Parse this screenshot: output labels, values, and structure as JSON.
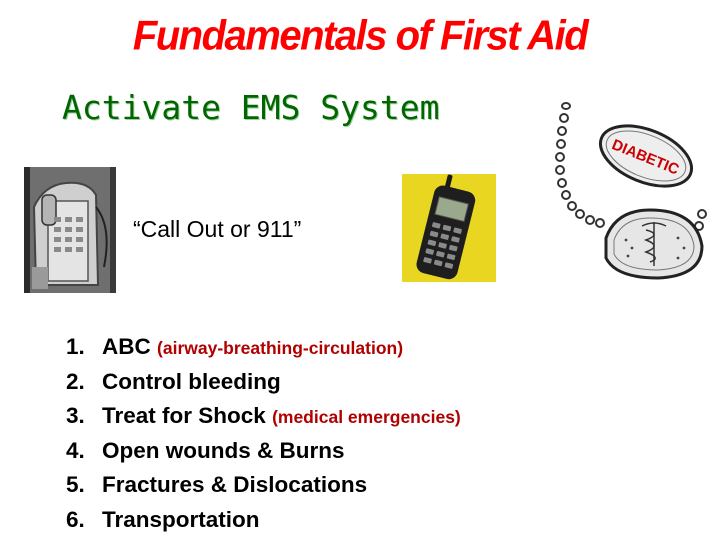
{
  "slide": {
    "title": "Fundamentals of First Aid",
    "subtitle": "Activate EMS System",
    "quote": "“Call Out or 911”",
    "bracelet_text": "DIABETIC"
  },
  "steps": [
    {
      "num": "1.",
      "text": "ABC",
      "note": "(airway-breathing-circulation)"
    },
    {
      "num": "2.",
      "text": "Control bleeding",
      "note": ""
    },
    {
      "num": "3.",
      "text": "Treat for Shock",
      "note": "(medical emergencies)"
    },
    {
      "num": "4.",
      "text": "Open wounds & Burns",
      "note": ""
    },
    {
      "num": "5.",
      "text": "Fractures & Dislocations",
      "note": ""
    },
    {
      "num": "6.",
      "text": "Transportation",
      "note": ""
    }
  ],
  "colors": {
    "title": "#ff0000",
    "subtitle": "#006600",
    "note": "#b00000",
    "background": "#ffffff"
  },
  "icons": [
    "emergency-phone-icon",
    "cell-phone-icon",
    "medical-alert-bracelet-icon"
  ]
}
